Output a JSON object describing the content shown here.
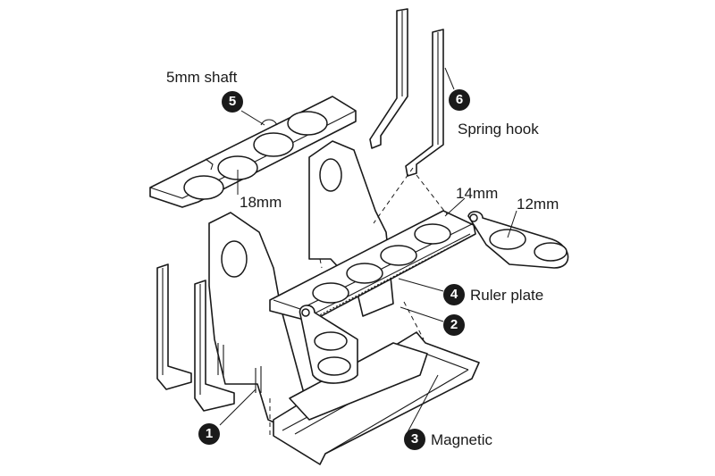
{
  "labels": {
    "shaft": "5mm shaft",
    "hole18": "18mm",
    "spring_hook": "Spring hook",
    "hole14": "14mm",
    "hole12": "12mm",
    "ruler_plate": "Ruler plate",
    "magnetic": "Magnetic"
  },
  "badges": {
    "b1": "1",
    "b2": "2",
    "b3": "3",
    "b4": "4",
    "b5": "5",
    "b6": "6"
  },
  "colors": {
    "line": "#1a1a1a",
    "fill": "#ffffff",
    "badge_bg": "#1a1a1a",
    "badge_text": "#ffffff"
  }
}
